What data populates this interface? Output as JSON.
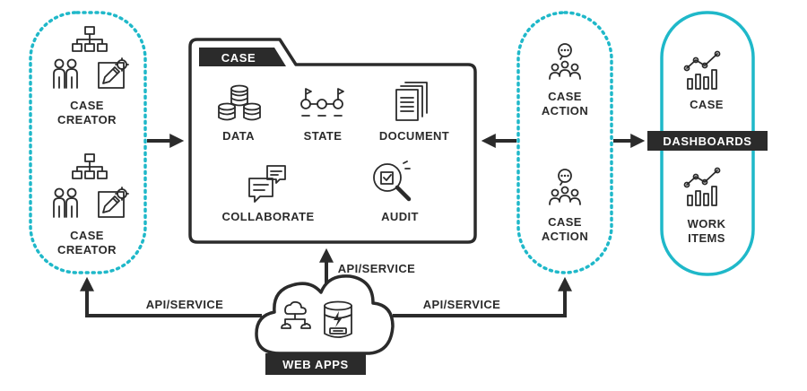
{
  "case_creators": [
    {
      "line1": "CASE",
      "line2": "CREATOR"
    },
    {
      "line1": "CASE",
      "line2": "CREATOR"
    }
  ],
  "case_folder": {
    "tab_label": "CASE",
    "items": {
      "data": "DATA",
      "state": "STATE",
      "document": "DOCUMENT",
      "collaborate": "COLLABORATE",
      "audit": "AUDIT"
    }
  },
  "case_actions": [
    {
      "line1": "CASE",
      "line2": "ACTION"
    },
    {
      "line1": "CASE",
      "line2": "ACTION"
    }
  ],
  "dashboards": {
    "label": "DASHBOARDS",
    "items": [
      {
        "line1": "CASE",
        "line2": ""
      },
      {
        "line1": "WORK",
        "line2": "ITEMS"
      }
    ]
  },
  "connections": {
    "api_left": "API/SERVICE",
    "api_center": "API/SERVICE",
    "api_right": "API/SERVICE"
  },
  "web_apps": {
    "label": "WEB APPS"
  },
  "colors": {
    "accent": "#1fb8c9",
    "dark": "#2b2b2b",
    "background": "#ffffff"
  }
}
